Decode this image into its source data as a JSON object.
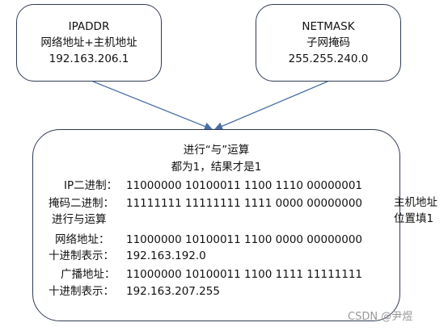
{
  "ip_box": {
    "line1": "IPADDR",
    "line2": "网络地址+主机地址",
    "line3": "192.163.206.1"
  },
  "mask_box": {
    "line1": "NETMASK",
    "line2": "子网掩码",
    "line3": "255.255.240.0"
  },
  "main": {
    "title": "进行“与”运算",
    "subtitle": "都为1，结果才是1",
    "rows": [
      {
        "label": "IP二进制：",
        "value": "11000000 10100011 1100 1110 00000001"
      },
      {
        "label": "掩码二进制：",
        "value": "11111111 11111111 1111 0000 00000000"
      },
      {
        "label": "进行与运算",
        "value": ""
      },
      {
        "label": "网络地址：",
        "value": "11000000 10100011 1100 0000 00000000"
      },
      {
        "label": "十进制表示：",
        "value": "192.163.192.0"
      },
      {
        "label": "广播地址：",
        "value": "11000000 10100011 1100 1111 11111111"
      },
      {
        "label": "十进制表示：",
        "value": "192.163.207.255"
      }
    ]
  },
  "side_note": {
    "line1": "主机地址",
    "line2": "位置填1"
  },
  "watermark": "CSDN @尹煜",
  "colors": {
    "border": "#2f3b52",
    "arrow": "#4a6fa5",
    "red": "#e0242b"
  }
}
